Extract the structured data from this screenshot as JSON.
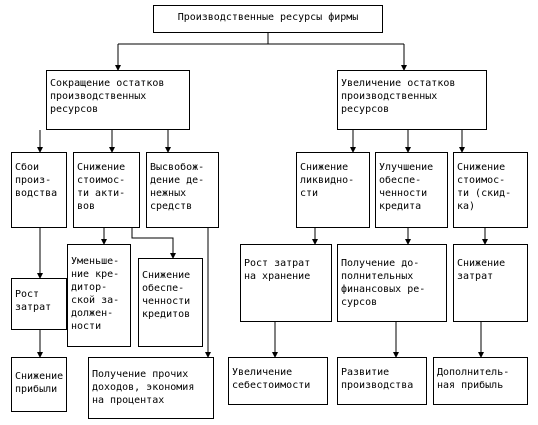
{
  "nodes": {
    "root": "Производственные ресурсы фирмы",
    "decrease": "Сокращение остатков\nпроизводственных\nресурсов",
    "increase": "Увеличение остатков\nпроизводственных\nресурсов",
    "failures": "Сбои\nпроиз-\nводства",
    "asset_cost_reduction": "Снижение\nстоимос-\nти акти-\nвов",
    "cash_release": "Высвобож-\nдение де-\nнежных\nсредств",
    "liquidity_decrease": "Снижение\nликвидно-\nсти",
    "credit_improvement": "Улучшение\nобеспе-\nченности\nкредита",
    "cost_reduction_discount": "Снижение\nстоимос-\nти (скид-\nка)",
    "receivables_decrease": "Уменьше-\nние кре-\nдитор-\nской за-\nдолжен-\nности",
    "credit_security_decrease": "Снижение\nобеспе-\nченности\nкредитов",
    "cost_growth": "Рост\nзатрат",
    "storage_cost_growth": "Рост затрат\nна хранение",
    "additional_finance": "Получение до-\nполнительных\nфинансовых ре-\nсурсов",
    "cost_decrease": "Снижение\nзатрат",
    "profit_decrease": "Снижение\nприбыли",
    "other_income": "Получение прочих\nдоходов, экономия\nна процентах",
    "self_cost_increase": "Увеличение\nсебестоимости",
    "production_development": "Развитие\nпроизводства",
    "additional_profit": "Дополнитель-\nная прибыль"
  },
  "colors": {
    "line": "#000000",
    "box_border": "#000000",
    "spellcheck": "#d23a3a"
  }
}
